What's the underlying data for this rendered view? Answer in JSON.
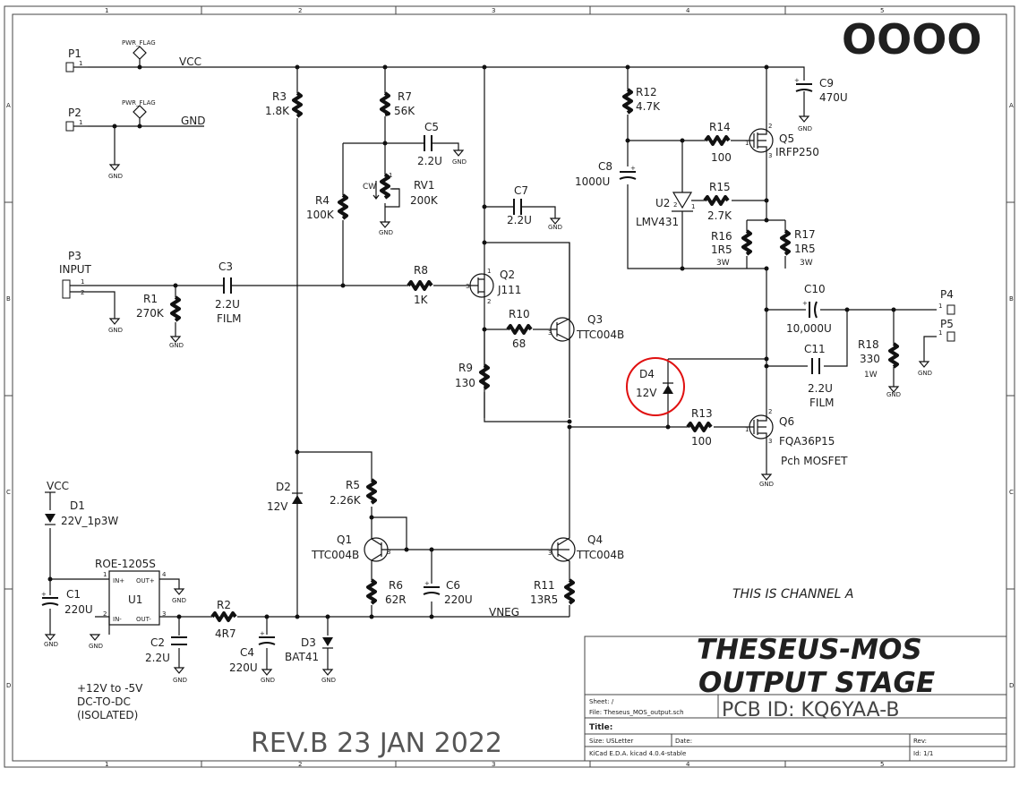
{
  "border": {
    "cols": [
      "1",
      "2",
      "3",
      "4",
      "5"
    ],
    "rows": [
      "A",
      "B",
      "C",
      "D"
    ]
  },
  "logo_marks": [
    "OOOO"
  ],
  "power": {
    "vcc": "VCC",
    "gnd": "GND",
    "pwr_flag": "PWR_FLAG",
    "vneg": "VNEG"
  },
  "connectors": {
    "p1": "P1",
    "p2": "P2",
    "p3": "P3",
    "p3_sub": "INPUT",
    "p4": "P4",
    "p5": "P5"
  },
  "parts": {
    "r1_ref": "R1",
    "r1_val": "270K",
    "r2_ref": "R2",
    "r2_val": "4R7",
    "r3_ref": "R3",
    "r3_val": "1.8K",
    "r4_ref": "R4",
    "r4_val": "100K",
    "r5_ref": "R5",
    "r5_val": "2.26K",
    "r6_ref": "R6",
    "r6_val": "62R",
    "r7_ref": "R7",
    "r7_val": "56K",
    "r8_ref": "R8",
    "r8_val": "1K",
    "r9_ref": "R9",
    "r9_val": "130",
    "r10_ref": "R10",
    "r10_val": "68",
    "r11_ref": "R11",
    "r11_val": "13R5",
    "r12_ref": "R12",
    "r12_val": "4.7K",
    "r13_ref": "R13",
    "r13_val": "100",
    "r14_ref": "R14",
    "r14_val": "100",
    "r15_ref": "R15",
    "r15_val": "2.7K",
    "r16_ref": "R16",
    "r16_val": "1R5",
    "r16_pow": "3W",
    "r17_ref": "R17",
    "r17_val": "1R5",
    "r17_pow": "3W",
    "r18_ref": "R18",
    "r18_val": "330",
    "r18_pow": "1W",
    "rv1_ref": "RV1",
    "rv1_val": "200K",
    "rv1_cw": "CW",
    "c1_ref": "C1",
    "c1_val": "220U",
    "c2_ref": "C2",
    "c2_val": "2.2U",
    "c3_ref": "C3",
    "c3_val": "2.2U",
    "c3_sub": "FILM",
    "c4_ref": "C4",
    "c4_val": "220U",
    "c5_ref": "C5",
    "c5_val": "2.2U",
    "c6_ref": "C6",
    "c6_val": "220U",
    "c7_ref": "C7",
    "c7_val": "2.2U",
    "c8_ref": "C8",
    "c8_val": "1000U",
    "c9_ref": "C9",
    "c9_val": "470U",
    "c10_ref": "C10",
    "c10_val": "10,000U",
    "c11_ref": "C11",
    "c11_val": "2.2U",
    "c11_sub": "FILM",
    "d1_ref": "D1",
    "d1_val": "22V_1p3W",
    "d2_ref": "D2",
    "d2_val": "12V",
    "d3_ref": "D3",
    "d3_val": "BAT41",
    "d4_ref": "D4",
    "d4_val": "12V",
    "q1_ref": "Q1",
    "q1_val": "TTC004B",
    "q2_ref": "Q2",
    "q2_val": "J111",
    "q3_ref": "Q3",
    "q3_val": "TTC004B",
    "q4_ref": "Q4",
    "q4_val": "TTC004B",
    "q5_ref": "Q5",
    "q5_val": "IRFP250",
    "q6_ref": "Q6",
    "q6_val": "FQA36P15",
    "q6_sub": "Pch MOSFET",
    "u1_ref": "U1",
    "u1_val": "ROE-1205S",
    "u1_p1": "IN+",
    "u1_p2": "IN-",
    "u1_p3": "OUT-",
    "u1_p4": "OUT+",
    "u2_ref": "U2",
    "u2_val": "LMV431"
  },
  "notes": {
    "dcdc": [
      "+12V to -5V",
      "DC-TO-DC",
      "(ISOLATED)"
    ],
    "channel": "THIS IS CHANNEL A",
    "revision": "REV.B  23 JAN 2022"
  },
  "title_block": {
    "title_line1": "THESEUS-MOS",
    "title_line2": "OUTPUT STAGE",
    "sheet": "Sheet: /",
    "file": "File: Theseus_MOS_output.sch",
    "pcb_id": "PCB ID: KQ6YAA-B",
    "title": "Title:",
    "size": "Size: USLetter",
    "date": "Date:",
    "rev": "Rev:",
    "tool": "KiCad E.D.A.  kicad 4.0.4-stable",
    "id": "Id: 1/1"
  },
  "colors": {
    "wire": "#111111",
    "highlight_circle": "#e01010",
    "background": "#ffffff"
  }
}
